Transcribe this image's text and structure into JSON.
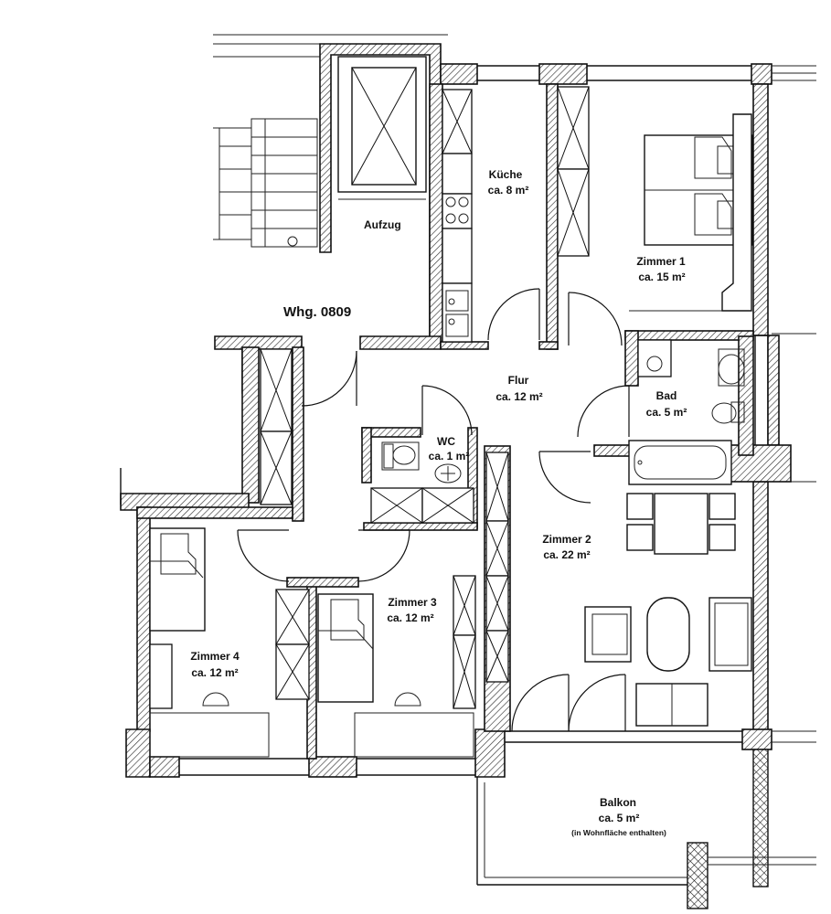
{
  "apartment": {
    "title": "Whg. 0809"
  },
  "rooms": {
    "aufzug": {
      "name": "Aufzug"
    },
    "kueche": {
      "name": "Küche",
      "area": "ca. 8 m²"
    },
    "zimmer1": {
      "name": "Zimmer 1",
      "area": "ca. 15 m²"
    },
    "flur": {
      "name": "Flur",
      "area": "ca. 12 m²"
    },
    "bad": {
      "name": "Bad",
      "area": "ca. 5 m²"
    },
    "wc": {
      "name": "WC",
      "area": "ca. 1 m²"
    },
    "zimmer2": {
      "name": "Zimmer 2",
      "area": "ca. 22 m²"
    },
    "zimmer3": {
      "name": "Zimmer 3",
      "area": "ca. 12 m²"
    },
    "zimmer4": {
      "name": "Zimmer 4",
      "area": "ca. 12 m²"
    },
    "balkon": {
      "name": "Balkon",
      "area": "ca. 5 m²",
      "note": "(in Wohnfläche enthalten)"
    }
  }
}
